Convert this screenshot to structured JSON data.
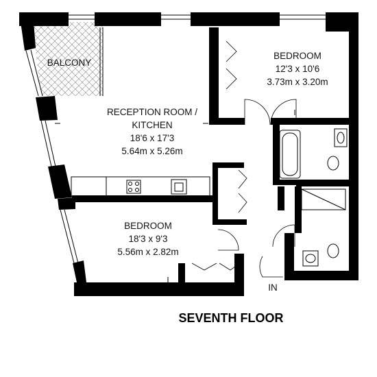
{
  "plan": {
    "floor_label": "SEVENTH FLOOR",
    "entrance_label": "IN",
    "rooms": {
      "balcony": {
        "name": "BALCONY"
      },
      "reception": {
        "name_line1": "RECEPTION ROOM /",
        "name_line2": "KITCHEN",
        "size_imperial": "18'6 x 17'3",
        "size_metric": "5.64m x 5.26m"
      },
      "bedroom_upper": {
        "name": "BEDROOM",
        "size_imperial": "12'3 x 10'6",
        "size_metric": "3.73m x 3.20m"
      },
      "bedroom_lower": {
        "name": "BEDROOM",
        "size_imperial": "18'3 x 9'3",
        "size_metric": "5.56m x 2.82m"
      }
    }
  },
  "colors": {
    "wall": "#000000",
    "line": "#000000",
    "background": "#ffffff"
  }
}
